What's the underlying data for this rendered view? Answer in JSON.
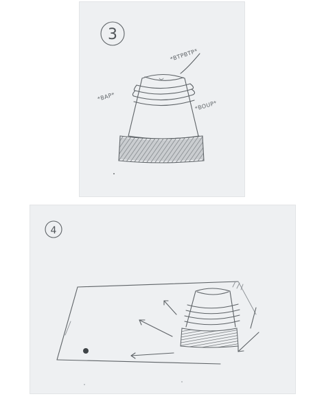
{
  "sketch_top": {
    "step_number": "3",
    "label_top": "*BTPBTP*",
    "label_left": "*BAP*",
    "label_right": "*BOUP*"
  },
  "sketch_bottom": {
    "step_number": "4"
  },
  "colors": {
    "paper": "#eef0f2",
    "pencil": "#5d6266"
  }
}
